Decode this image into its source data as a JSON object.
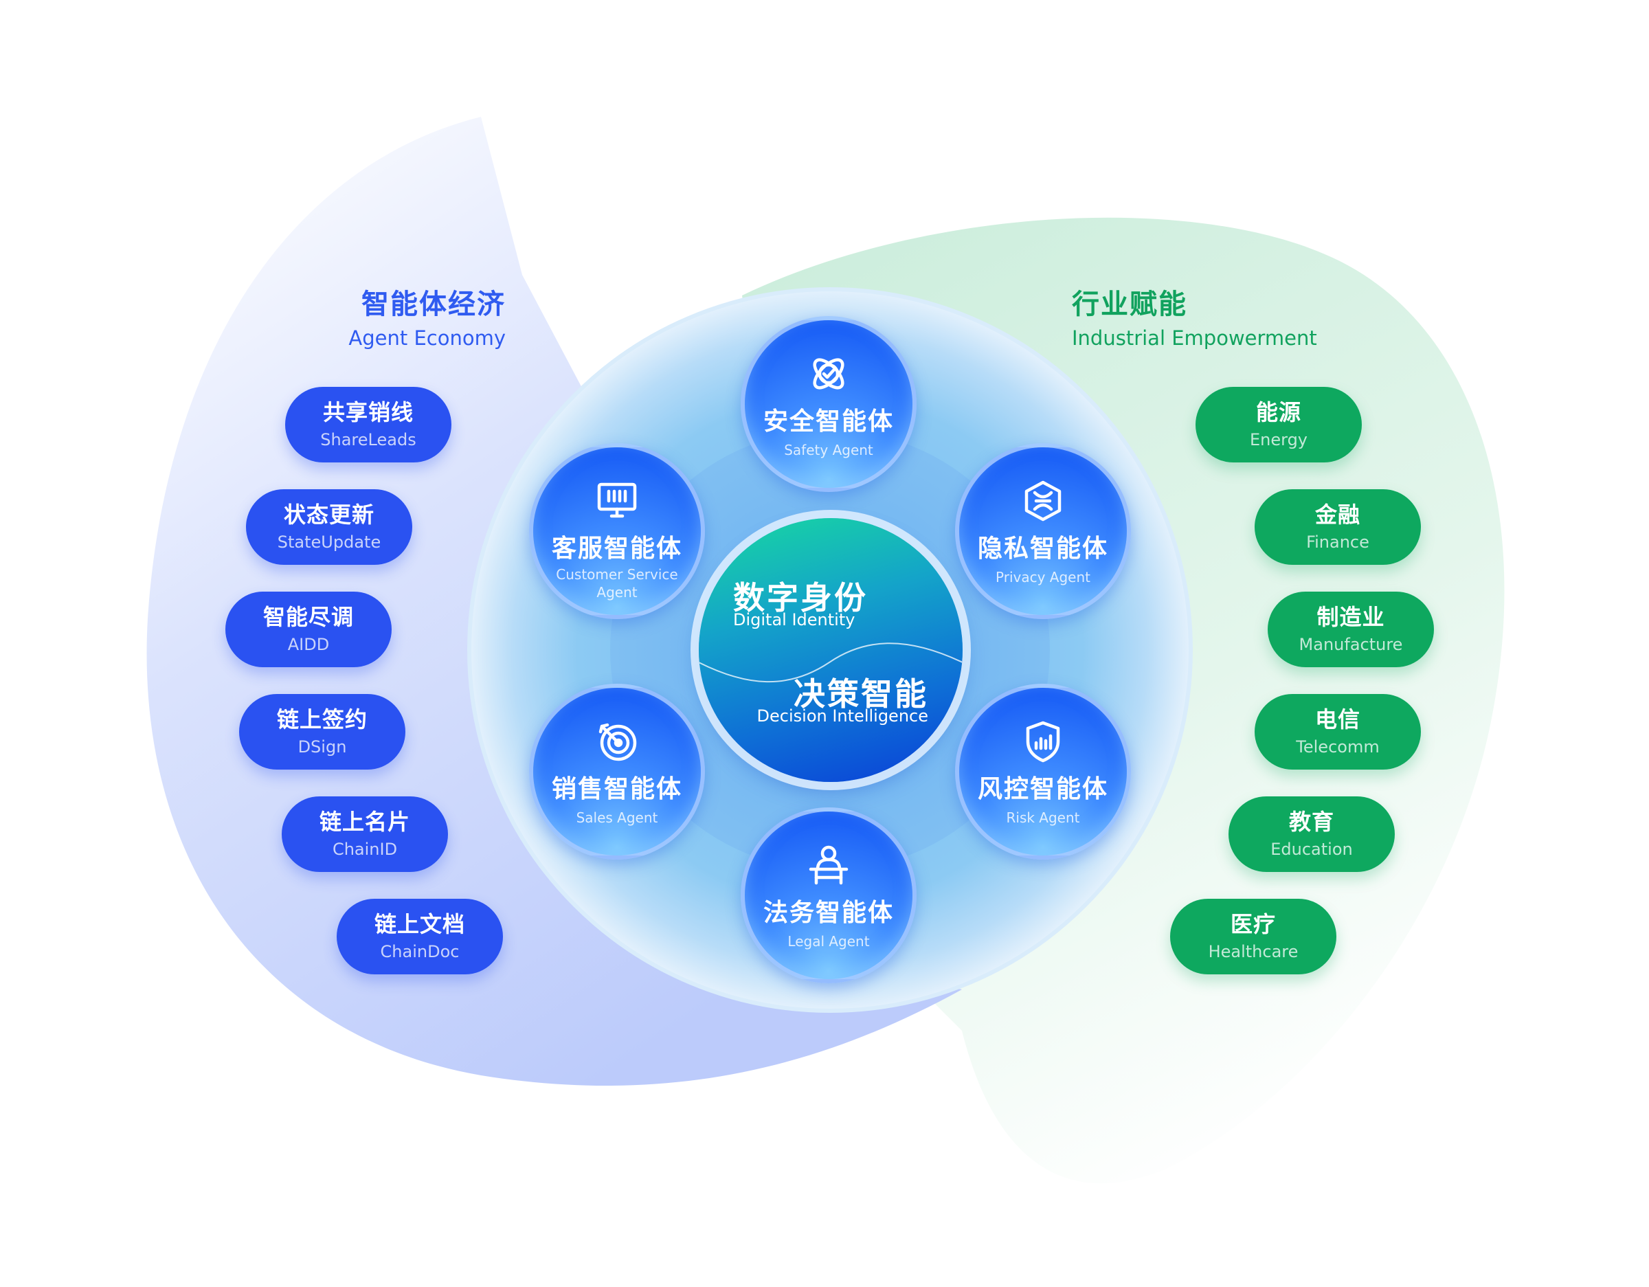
{
  "agent_economy": {
    "title": "智能体经济",
    "subtitle": "Agent Economy",
    "items": [
      {
        "zh": "共享销线",
        "en": "ShareLeads"
      },
      {
        "zh": "状态更新",
        "en": "StateUpdate"
      },
      {
        "zh": "智能尽调",
        "en": "AIDD"
      },
      {
        "zh": "链上签约",
        "en": "DSign"
      },
      {
        "zh": "链上名片",
        "en": "ChainID"
      },
      {
        "zh": "链上文档",
        "en": "ChainDoc"
      }
    ]
  },
  "industrial_empowerment": {
    "title": "行业赋能",
    "subtitle": "Industrial Empowerment",
    "items": [
      {
        "zh": "能源",
        "en": "Energy"
      },
      {
        "zh": "金融",
        "en": "Finance"
      },
      {
        "zh": "制造业",
        "en": "Manufacture"
      },
      {
        "zh": "电信",
        "en": "Telecomm"
      },
      {
        "zh": "教育",
        "en": "Education"
      },
      {
        "zh": "医疗",
        "en": "Healthcare"
      }
    ]
  },
  "core": {
    "top_zh": "数字身份",
    "top_en": "Digital Identity",
    "bottom_zh": "决策智能",
    "bottom_en": "Decision Intelligence"
  },
  "agents": [
    {
      "zh": "安全智能体",
      "en": "Safety Agent",
      "icon": "atom-check-icon"
    },
    {
      "zh": "隐私智能体",
      "en": "Privacy Agent",
      "icon": "hexagon-x-icon"
    },
    {
      "zh": "风控智能体",
      "en": "Risk Agent",
      "icon": "shield-chart-icon"
    },
    {
      "zh": "法务智能体",
      "en": "Legal Agent",
      "icon": "person-desk-icon"
    },
    {
      "zh": "销售智能体",
      "en": "Sales Agent",
      "icon": "target-icon"
    },
    {
      "zh": "客服智能体",
      "en": "Customer Service Agent",
      "icon": "monitor-icon"
    }
  ],
  "colors": {
    "blue": "#2a52f1",
    "green": "#0ea85f",
    "left_title": "#2f5bf0",
    "right_title": "#11a25e"
  }
}
